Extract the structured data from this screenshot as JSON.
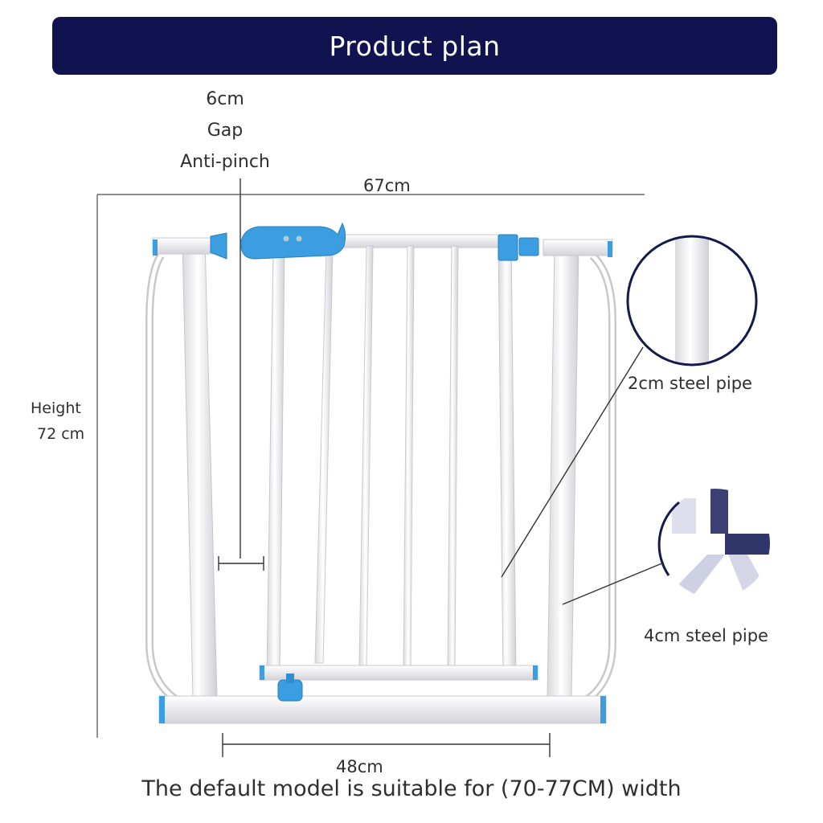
{
  "header": {
    "title": "Product plan"
  },
  "gap_annotation": {
    "size": "6cm",
    "word": "Gap",
    "feature": "Anti-pinch"
  },
  "dimensions": {
    "top_width": "67cm",
    "height_line1": "Height",
    "height_line2": "72 cm",
    "bottom_width": "48cm"
  },
  "callouts": {
    "thin_pipe": "2cm steel pipe",
    "thick_pipe": "4cm steel pipe"
  },
  "footer": {
    "note": "The default model is suitable for (70-77CM) width"
  },
  "colors": {
    "banner": "#101350",
    "accent_blue": "#3a9ee0",
    "frame": "#f2f2f4"
  }
}
